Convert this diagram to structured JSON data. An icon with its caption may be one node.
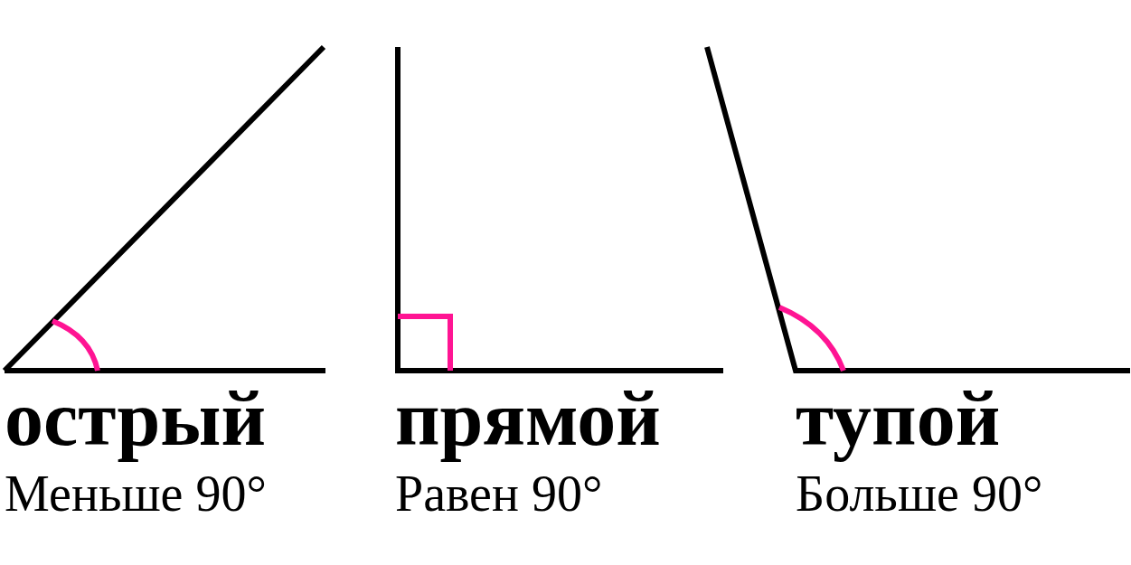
{
  "diagram": {
    "labels": [
      "острый",
      "Меньше 90°",
      "прямой",
      "Равен 90°",
      "тупой",
      "Больше 90°"
    ]
  }
}
